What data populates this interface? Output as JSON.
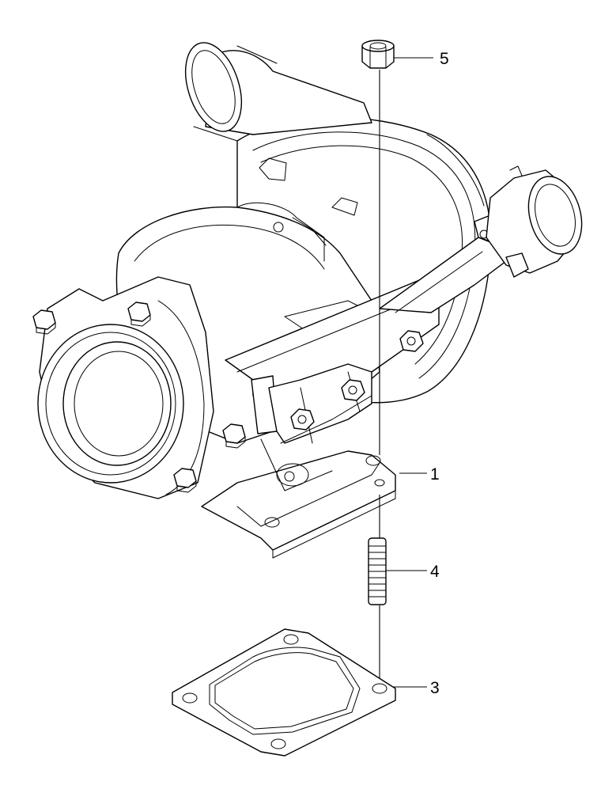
{
  "callouts": {
    "part1": "1",
    "part3": "3",
    "part4": "4",
    "part5": "5"
  },
  "colors": {
    "line": "#000000",
    "background": "#ffffff"
  }
}
